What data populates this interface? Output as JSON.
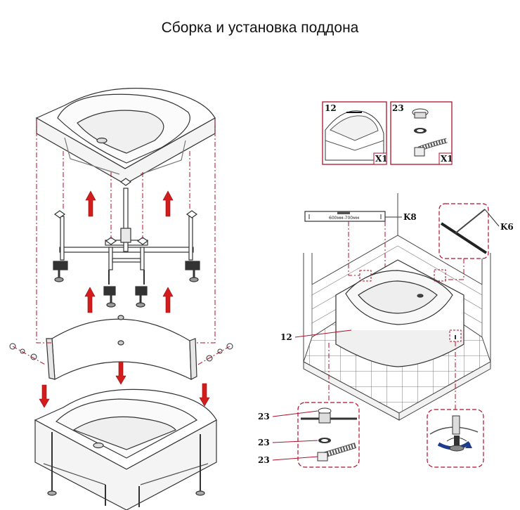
{
  "title": "Сборка и установка поддона",
  "kit": {
    "tray": {
      "number": "12",
      "qty": "X1"
    },
    "drain": {
      "number": "23",
      "qty": "X1"
    }
  },
  "callouts": {
    "k8": "K8",
    "k6": "K6",
    "tray_num": "12",
    "drain_top": "23",
    "drain_mid": "23",
    "drain_bottom": "23"
  },
  "level_text": "600мм-700мм",
  "colors": {
    "dash": "#b0112b",
    "arrow": "#d31d1d",
    "line": "#333333"
  }
}
